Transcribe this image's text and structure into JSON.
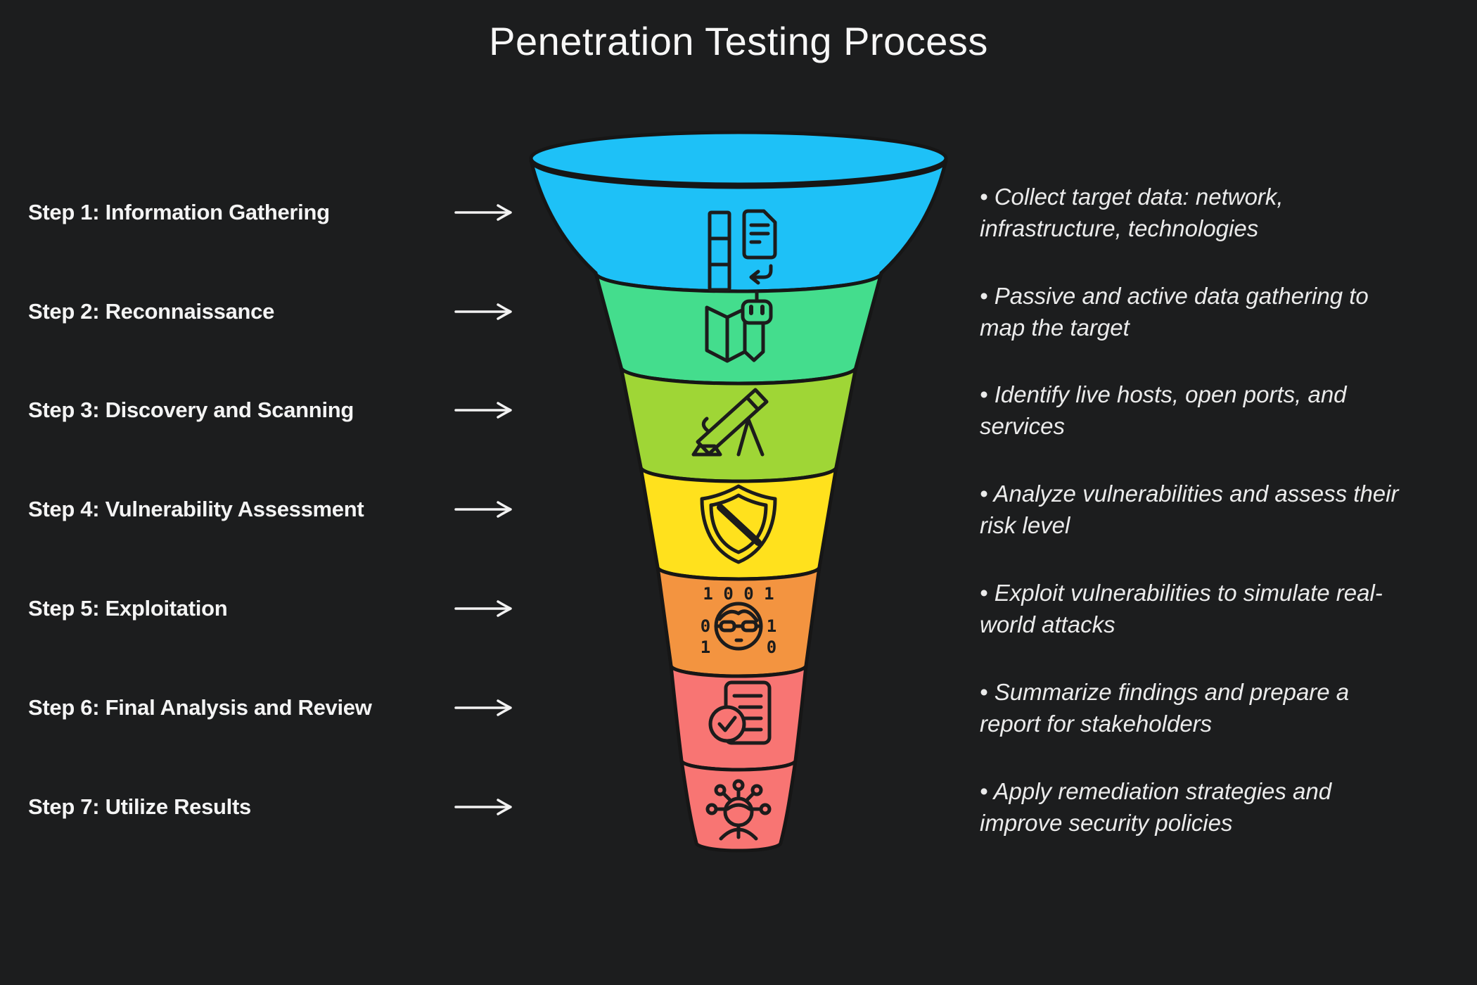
{
  "title": "Penetration Testing Process",
  "steps": [
    {
      "label": "Step 1: Information Gathering",
      "description": "• Collect target data: network, infrastructure, technologies",
      "icon": "data-collection-icon",
      "color": "#1ec1f7"
    },
    {
      "label": "Step 2: Reconnaissance",
      "description": "• Passive and active data gathering to map the target",
      "icon": "map-robot-icon",
      "color": "#44dd8d"
    },
    {
      "label": "Step 3: Discovery and Scanning",
      "description": "• Identify live hosts, open ports, and services",
      "icon": "telescope-icon",
      "color": "#9fd636"
    },
    {
      "label": "Step 4: Vulnerability Assessment",
      "description": "• Analyze vulnerabilities and assess their risk level",
      "icon": "shield-slash-icon",
      "color": "#ffe11d"
    },
    {
      "label": "Step 5: Exploitation",
      "description": "• Exploit vulnerabilities to simulate real-world attacks",
      "icon": "hacker-binary-icon",
      "color": "#f39440"
    },
    {
      "label": "Step 6: Final Analysis and Review",
      "description": "• Summarize findings and prepare a report for stakeholders",
      "icon": "report-check-icon",
      "color": "#f87573"
    },
    {
      "label": "Step 7: Utilize Results",
      "description": "• Apply remediation strategies and improve security policies",
      "icon": "share-results-icon",
      "color": "#f87573"
    }
  ],
  "binary_digits": {
    "top": "1 0 0 1",
    "mid_left": "0",
    "mid_right": "1",
    "bottom_left": "1",
    "bottom_right": "0"
  },
  "colors": {
    "background": "#1c1d1e",
    "funnel_outline": "#161616",
    "text_primary": "#f4f4f4",
    "text_secondary": "#ebebeb"
  }
}
